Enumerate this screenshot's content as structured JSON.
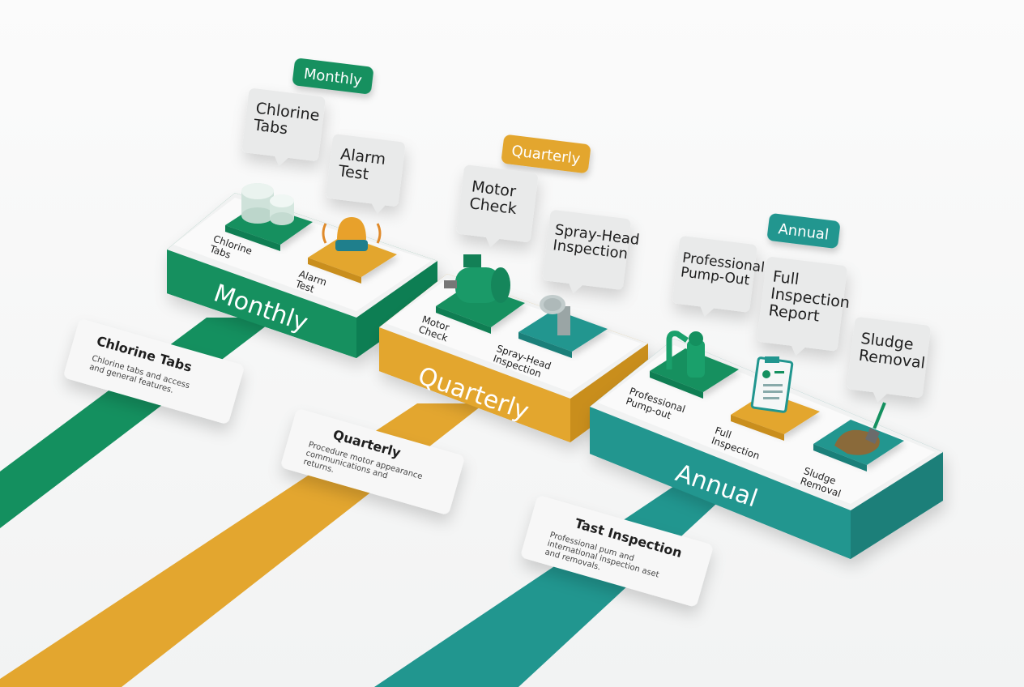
{
  "colors": {
    "green": "#14905f",
    "gold": "#e3a62f",
    "teal": "#21968f",
    "background": "#f6f7f7",
    "callout": "#e9eaea",
    "text": "#1f1f1f"
  },
  "tiers": {
    "monthly": {
      "tag": "Monthly",
      "platform_label": "Monthly",
      "tasks": [
        {
          "bubble": "Chlorine\nTabs",
          "label": "Chlorine\nTabs",
          "icon": "chlorine-tablet-icon"
        },
        {
          "bubble": "Alarm\nTest",
          "label": "Alarm\nTest",
          "icon": "alarm-beacon-icon"
        }
      ],
      "card": {
        "title": "Chlorine Tabs",
        "body": "Chlorine tabs and access\nand general features."
      }
    },
    "quarterly": {
      "tag": "Quarterly",
      "platform_label": "Quarterly",
      "tasks": [
        {
          "bubble": "Motor\nCheck",
          "label": "Motor\nCheck",
          "icon": "motor-icon"
        },
        {
          "bubble": "Spray-Head\nInspection",
          "label": "Spray-Head\nInspection",
          "icon": "spray-head-icon"
        }
      ],
      "card": {
        "title": "Quarterly",
        "body": "Procedure motor appearance\ncommunications and\nreturns."
      }
    },
    "annual": {
      "tag": "Annual",
      "platform_label": "Annual",
      "tasks": [
        {
          "bubble": "Professional\nPump-Out",
          "label": "Professional\nPump-out",
          "icon": "pump-icon"
        },
        {
          "bubble": "Full\nInspection\nReport",
          "label": "Full\nInspection",
          "icon": "clipboard-report-icon"
        },
        {
          "bubble": "Sludge\nRemoval",
          "label": "Sludge\nRemoval",
          "icon": "sludge-shovel-icon"
        }
      ],
      "card": {
        "title": "Tast Inspection",
        "body": "Professional pum and\ninternational inspection aset\nand removals."
      }
    }
  }
}
